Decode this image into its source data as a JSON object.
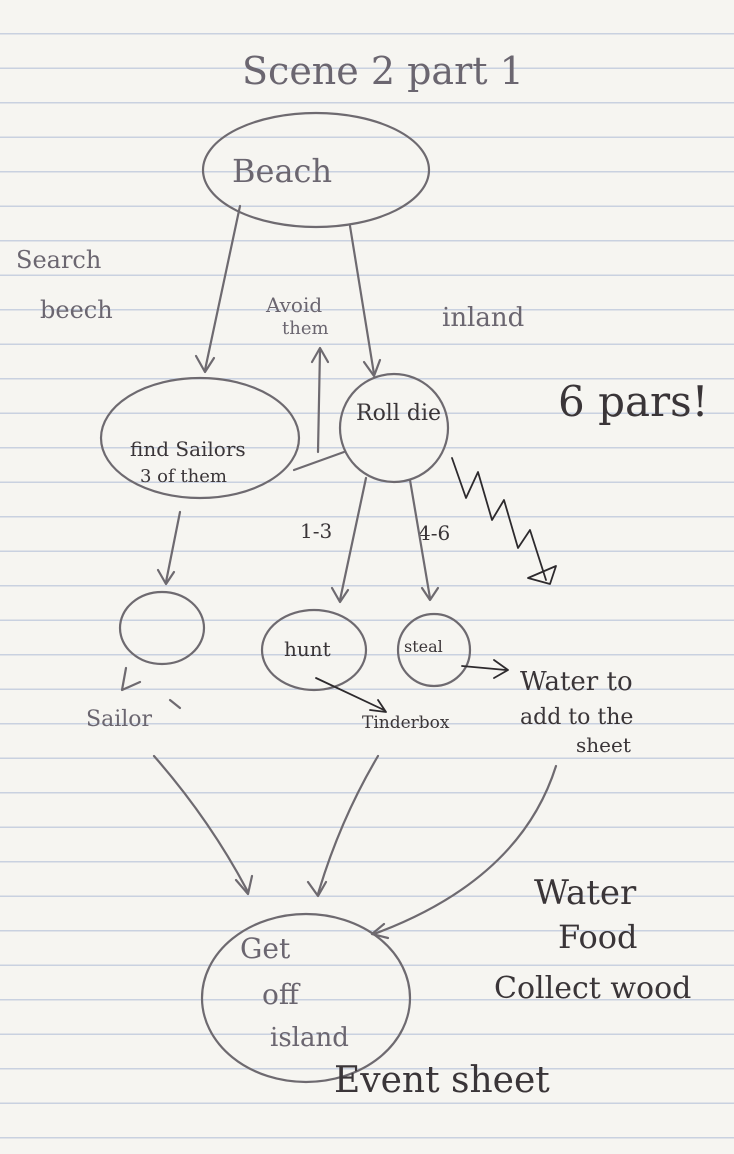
{
  "title": "Scene 2 part 1",
  "nodes": {
    "beach": "Beach",
    "find_sailors_1": "find Sailors",
    "find_sailors_2": "3 of them",
    "roll_die": "Roll die",
    "hunt": "hunt",
    "steal": "steal",
    "get_off_1": "Get",
    "get_off_2": "off",
    "get_off_3": "island"
  },
  "labels": {
    "search_1": "Search",
    "search_2": "beech",
    "inland": "inland",
    "avoid_1": "Avoid",
    "avoid_2": "them",
    "range_low": "1-3",
    "range_high": "4-6",
    "sailor": "Sailor",
    "tinderbox": "Tinderbox",
    "water_1": "Water to",
    "water_2": "add to the",
    "water_3": "sheet",
    "six_pars": "6 pars!",
    "water": "Water",
    "food": "Food",
    "collect_wood": "Collect wood",
    "event_sheet": "Event sheet"
  }
}
